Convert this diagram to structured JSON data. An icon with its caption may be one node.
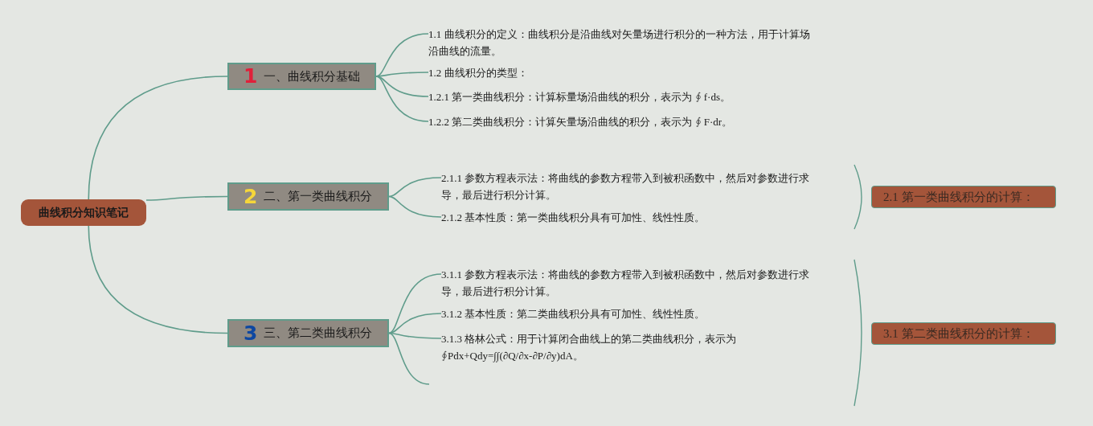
{
  "diagram": {
    "nodes": [
      {
        "text": [
          "曲线积分知识笔记"
        ]
      },
      {
        "text": [
          "1",
          "一、曲线积分基础"
        ]
      },
      {
        "text": [
          "2",
          "二、第一类曲线积分"
        ]
      },
      {
        "text": [
          "3",
          "三、第二类曲线积分"
        ]
      },
      {
        "text": [
          "1.1 曲线积分的定义：曲线积分是沿曲线对矢量场进行积分的一种方法，用于计算场沿曲线的流量。"
        ]
      },
      {
        "text": [
          "1.2 曲线积分的类型："
        ]
      },
      {
        "text": [
          "1.2.1 第一类曲线积分：计算标量场沿曲线的积分，表示为 ∮ f·ds。"
        ]
      },
      {
        "text": [
          "1.2.2 第二类曲线积分：计算矢量场沿曲线的积分，表示为 ∮ F·dr。"
        ]
      },
      {
        "text": [
          "2.1.1 参数方程表示法：将曲线的参数方程带入到被积函数中，然后对参数进行求导，最后进行积分计算。"
        ]
      },
      {
        "text": [
          "2.1.2 基本性质：第一类曲线积分具有可加性、线性性质。"
        ]
      },
      {
        "text": [
          "3.1.1 参数方程表示法：将曲线的参数方程带入到被积函数中，然后对参数进行求导，最后进行积分计算。"
        ]
      },
      {
        "text": [
          "3.1.2 基本性质：第二类曲线积分具有可加性、线性性质。"
        ]
      },
      {
        "text": [
          "3.1.3 格林公式：用于计算闭合曲线上的第二类曲线积分，表示为 ∮Pdx+Qdy=∫∫(∂Q/∂x-∂P/∂y)dA。"
        ]
      },
      {
        "text": [
          "2.1 第一类曲线积分的计算："
        ]
      },
      {
        "text": [
          "3.1 第二类曲线积分的计算："
        ]
      }
    ],
    "edges": [
      {
        "from": 0,
        "to": 1,
        "arrow": "none"
      },
      {
        "from": 0,
        "to": 2,
        "arrow": "none"
      },
      {
        "from": 0,
        "to": 3,
        "arrow": "none"
      },
      {
        "from": 1,
        "to": 4,
        "arrow": "none"
      },
      {
        "from": 1,
        "to": 5,
        "arrow": "none"
      },
      {
        "from": 1,
        "to": 6,
        "arrow": "none"
      },
      {
        "from": 1,
        "to": 7,
        "arrow": "none"
      },
      {
        "from": 2,
        "to": 8,
        "arrow": "none"
      },
      {
        "from": 2,
        "to": 9,
        "arrow": "none"
      },
      {
        "from": 3,
        "to": 10,
        "arrow": "none"
      },
      {
        "from": 3,
        "to": 11,
        "arrow": "none"
      },
      {
        "from": 3,
        "to": 12,
        "arrow": "none"
      },
      {
        "from": 3,
        "to": null,
        "arrow": "none"
      }
    ]
  }
}
